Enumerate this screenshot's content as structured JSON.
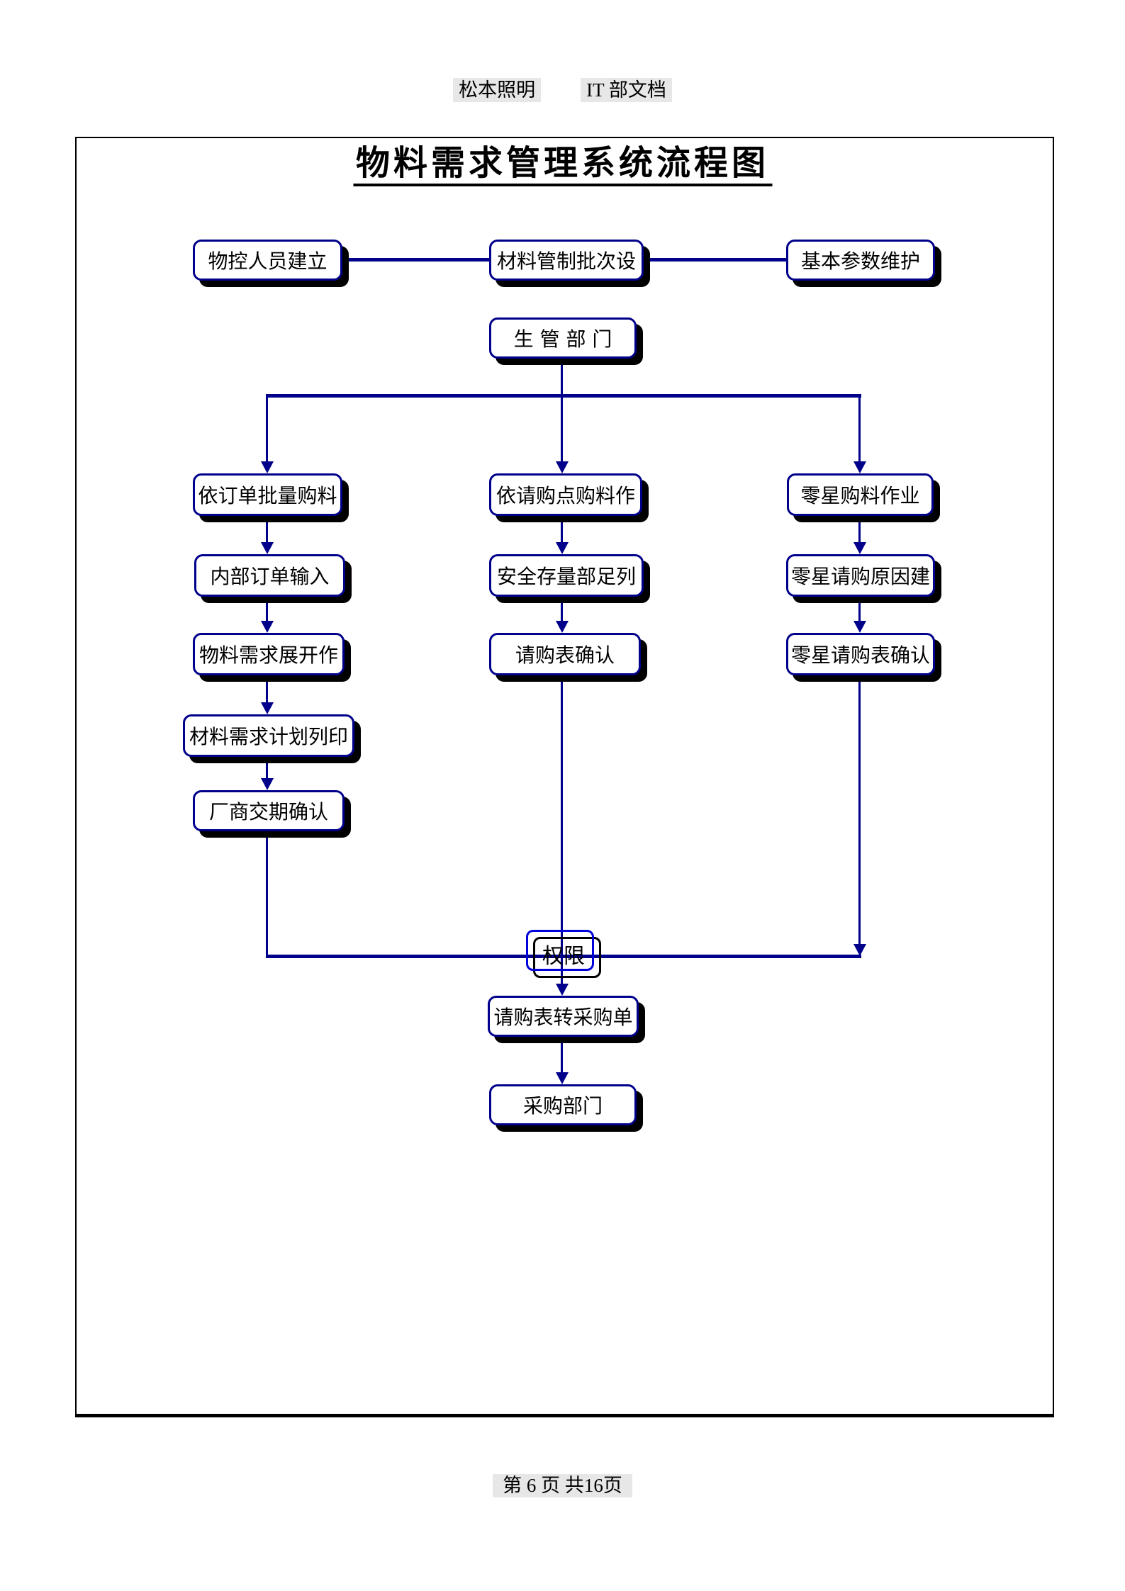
{
  "header": {
    "company": "松本照明",
    "doc": "IT 部文档"
  },
  "title": "物料需求管理系统流程图",
  "footer": "第 6 页 共16页",
  "nodes": {
    "material_control": "物控人员建立",
    "batch_setting": "材料管制批次设",
    "basic_params": "基本参数维护",
    "production_dept": "生 管 部 门",
    "order_purchase": "依订单批量购料",
    "reorder_purchase": "依请购点购料作",
    "sporadic_purchase": "零星购料作业",
    "internal_order": "内部订单输入",
    "safety_stock": "安全存量部足列",
    "sporadic_reason": "零星请购原因建",
    "mrp_expand": "物料需求展开作",
    "request_confirm": "请购表确认",
    "sporadic_confirm": "零星请购表确认",
    "mrp_print": "材料需求计划列印",
    "vendor_delivery": "厂商交期确认",
    "permission": "权限",
    "request_to_po": "请购表转采购单",
    "purchase_dept": "采购部门"
  },
  "colors": {
    "box_border": "#00008B",
    "line": "#00008B",
    "shadow": "#000000",
    "permission_blue": "#0000DD",
    "header_bg": "#E7E7E7"
  }
}
